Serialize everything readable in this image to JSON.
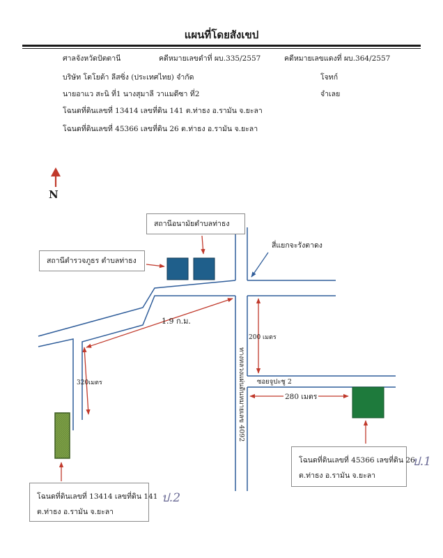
{
  "title": "แผนที่โดยสังเขป",
  "header": {
    "court": "ศาลจังหวัดปัตตานี",
    "case_black": "คดีหมายเลขดำที่ ผบ.335/2557",
    "case_red": "คดีหมายเลขแดงที่ ผบ.364/2557",
    "plaintiff_name": "บริษัท โตโยต้า ลีสซิ่ง (ประเทศไทย) จำกัด",
    "plaintiff_role": "โจทก์",
    "defendant_name": "นายอาแว สะนิ ที่1 นางสุมาลี วาแมดีซา ที่2",
    "defendant_role": "จำเลย",
    "deed_line_1": "โฉนดที่ดินเลขที่ 13414 เลขที่ดิน 141  ต.ท่าธง อ.รามัน จ.ยะลา",
    "deed_line_2": "โฉนดที่ดินเลขที่ 45366 เลขที่ดิน 26  ต.ท่าธง อ.รามัน จ.ยะลา"
  },
  "map": {
    "north_label": "N",
    "police_station": "สถานีตำรวจภูธร ตำบลท่าธง",
    "health_station": "สถานีอนามัยตำบลท่าธง",
    "intersection": "สี่แยกจะรังตาดง",
    "dist_main": "1.9 ก.ม.",
    "dist_200": "200 เมตร",
    "dist_320": "320เมตร",
    "dist_280": "280 เมตร",
    "soi": "ซอยจูปะชู 2",
    "highway": "ทางหลวงแผ่นดินหมายเลข 4092",
    "plot1_line1": "โฉนดที่ดินเลขที่ 13414 เลขที่ดิน 141",
    "plot1_line2": "ต.ท่าธง อ.รามัน จ.ยะลา",
    "plot2_line1": "โฉนดที่ดินเลขที่ 45366 เลขที่ดิน 26",
    "plot2_line2": "ต.ท่าธง อ.รามัน จ.ยะลา",
    "sig1": "ป.1",
    "sig2": "ป.2"
  },
  "colors": {
    "road": "#2f5d9a",
    "arrow": "#c0392b",
    "building": "#1f5f8b",
    "plot_green": "#1e7a3c",
    "plot_olive": "#7da046"
  }
}
